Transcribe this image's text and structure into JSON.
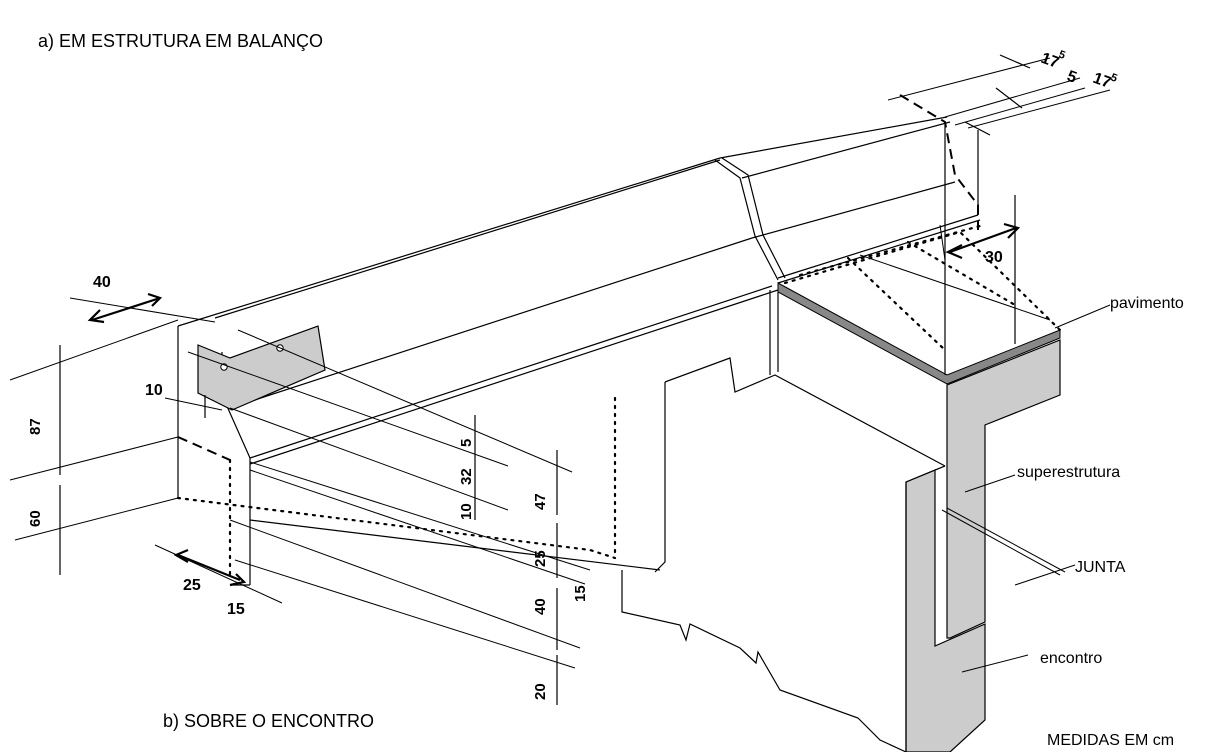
{
  "titles": {
    "a": "a) EM ESTRUTURA EM BALANÇO",
    "b": "b) SOBRE O ENCONTRO",
    "units": "MEDIDAS EM cm"
  },
  "labels": {
    "pavimento": "pavimento",
    "superestrutura": "superestrutura",
    "junta": "JUNTA",
    "encontro": "encontro"
  },
  "dimensions": {
    "d40_top": "40",
    "d87": "87",
    "d60": "60",
    "d10": "10",
    "d25": "25",
    "d15_left": "15",
    "d5": "5",
    "d32": "32",
    "d10_b": "10",
    "d47": "47",
    "d25_b": "25",
    "d15_b": "15",
    "d40_b": "40",
    "d20": "20",
    "d30": "30",
    "d17_a": "17",
    "d5_sup_a": "5",
    "d5_mid": "5",
    "d17_b": "17",
    "d5_sup_b": "5"
  }
}
